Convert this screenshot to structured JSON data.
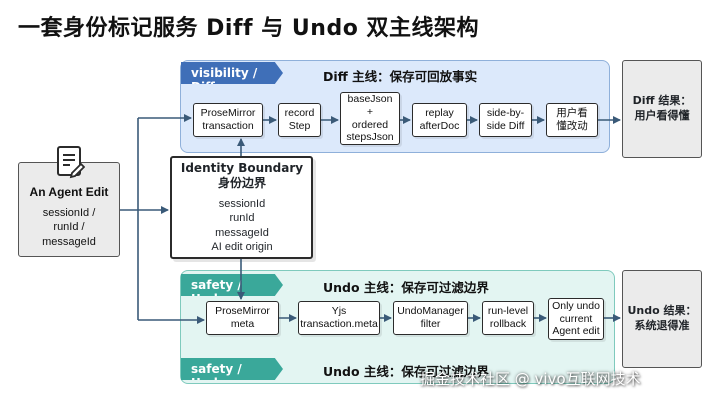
{
  "title": "一套身份标记服务 Diff 与 Undo 双主线架构",
  "agent": {
    "title": "An Agent Edit",
    "fields": "sessionId /\nrunId /\nmessageId",
    "icon": "document-edit-icon"
  },
  "identity": {
    "title": "Identity Boundary\n身份边界",
    "fields": "sessionId\nrunId\nmessageId\nAI edit origin"
  },
  "diff": {
    "tag": "visibility / Diff",
    "heading": "Diff 主线：保存可回放事实",
    "steps": [
      "ProseMirror\ntransaction",
      "record\nStep",
      "baseJson\n+\nordered\nstepsJson",
      "replay\nafterDoc",
      "side-by-\nside Diff",
      "用户看\n懂改动"
    ],
    "result": "Diff 结果：\n用户看得懂"
  },
  "undo": {
    "tag": "safety / Undo",
    "heading": "Undo 主线：保存可过滤边界",
    "steps": [
      "ProseMirror\nmeta",
      "Yjs\ntransaction.meta",
      "UndoManager\nfilter",
      "run-level\nrollback",
      "Only undo\ncurrent\nAgent edit"
    ],
    "result": "Undo 结果：\n系统退得准",
    "tag2": "safety / Undo",
    "heading2": "Undo 主线：保存可过滤边界"
  },
  "watermark": "掘金技术社区 @ vivo互联网技术"
}
